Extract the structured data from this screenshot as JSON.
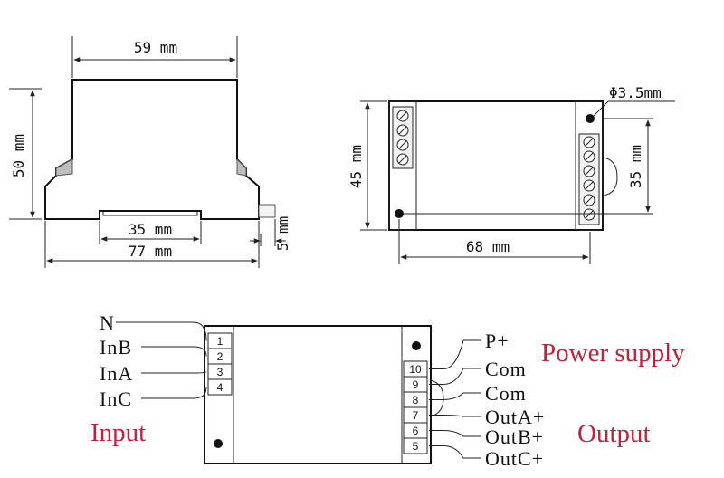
{
  "side_view": {
    "width_label": "59 mm",
    "height_label": "50 mm",
    "rail_label": "35 mm",
    "base_label": "77 mm",
    "clip_label": "5 mm"
  },
  "top_view": {
    "hole_label": "Φ3.5mm",
    "height_label": "45 mm",
    "terminal_label": "35 mm",
    "length_label": "68 mm"
  },
  "wiring": {
    "input_title": "Input",
    "output_title": "Output",
    "power_title": "Power supply",
    "left_terminals": [
      {
        "number": "1",
        "signal": "N"
      },
      {
        "number": "2",
        "signal": "InB"
      },
      {
        "number": "3",
        "signal": "InA"
      },
      {
        "number": "4",
        "signal": "InC"
      }
    ],
    "right_terminals": [
      {
        "number": "10",
        "signal": "P+"
      },
      {
        "number": "9",
        "signal": "Com"
      },
      {
        "number": "8",
        "signal": "Com"
      },
      {
        "number": "7",
        "signal": "OutA+"
      },
      {
        "number": "6",
        "signal": "OutB+"
      },
      {
        "number": "5",
        "signal": "OutC+"
      }
    ]
  }
}
